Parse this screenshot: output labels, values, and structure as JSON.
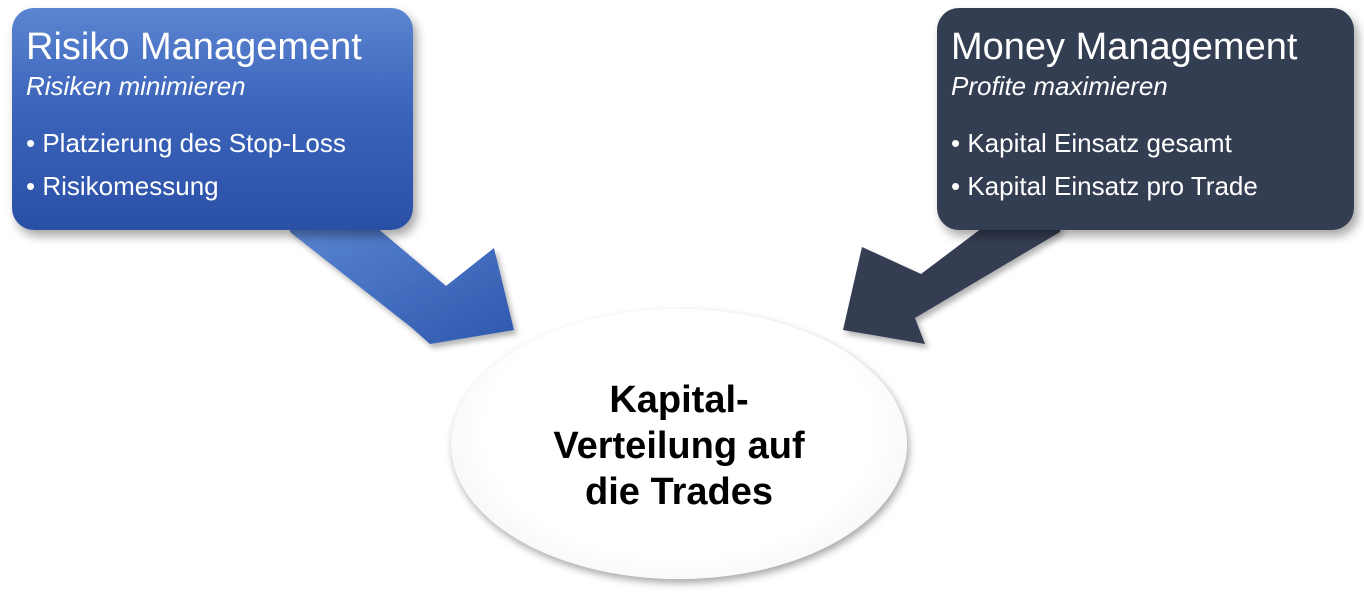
{
  "colors": {
    "left_box": "#3c64bb",
    "right_box": "#343e52",
    "ellipse": "#ffffff",
    "box_text": "#ffffff",
    "center_text": "#000000"
  },
  "left_box": {
    "title": "Risiko Management",
    "subtitle": "Risiken minimieren",
    "items": [
      "• Platzierung des Stop-Loss",
      "• Risikomessung"
    ]
  },
  "right_box": {
    "title": "Money Management",
    "subtitle": "Profite maximieren",
    "items": [
      "• Kapital Einsatz gesamt",
      "• Kapital Einsatz pro Trade"
    ]
  },
  "center": {
    "lines": [
      "Kapital-",
      "Verteilung auf",
      "die Trades"
    ]
  }
}
